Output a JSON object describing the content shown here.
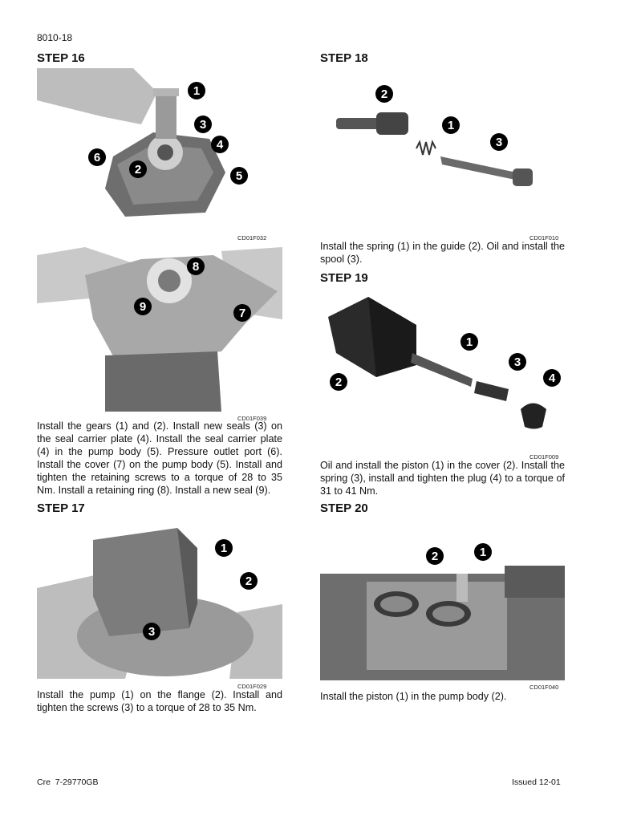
{
  "header": {
    "page_number": "8010-18"
  },
  "steps": [
    {
      "title": "STEP 16",
      "figures": [
        {
          "code": "CD01F032",
          "callouts": [
            "1",
            "2",
            "3",
            "4",
            "5",
            "6"
          ]
        },
        {
          "code": "CD01F039",
          "callouts": [
            "8",
            "9",
            "7"
          ]
        }
      ],
      "text": "Install the gears (1) and (2). Install new seals (3) on the seal carrier plate (4). Install the seal carrier plate (4) in the pump body (5). Pressure outlet port (6). Install the cover (7) on the pump body (5). Install and tighten the retaining screws to a torque of 28 to 35 Nm. Install a retaining ring (8). Install a new seal (9)."
    },
    {
      "title": "STEP 17",
      "figures": [
        {
          "code": "CD01F029",
          "callouts": [
            "1",
            "2",
            "3"
          ]
        }
      ],
      "text": "Install the pump (1) on the flange (2). Install and tighten the screws (3) to a torque of 28 to 35 Nm."
    },
    {
      "title": "STEP 18",
      "figures": [
        {
          "code": "CD01F010",
          "callouts": [
            "2",
            "1",
            "3"
          ]
        }
      ],
      "text": "Install the spring (1) in the guide (2). Oil and install the spool (3)."
    },
    {
      "title": "STEP 19",
      "figures": [
        {
          "code": "CD01F009",
          "callouts": [
            "1",
            "3",
            "2",
            "4"
          ]
        }
      ],
      "text": "Oil and install the piston (1) in the cover (2). Install the spring (3), install and tighten the plug (4) to a torque of 31 to 41 Nm."
    },
    {
      "title": "STEP 20",
      "figures": [
        {
          "code": "CD01F040",
          "callouts": [
            "2",
            "1"
          ]
        }
      ],
      "text": "Install the piston (1) in the pump body (2)."
    }
  ],
  "footer": {
    "left": "Cre  7-29770GB",
    "right": "Issued 12-01"
  }
}
